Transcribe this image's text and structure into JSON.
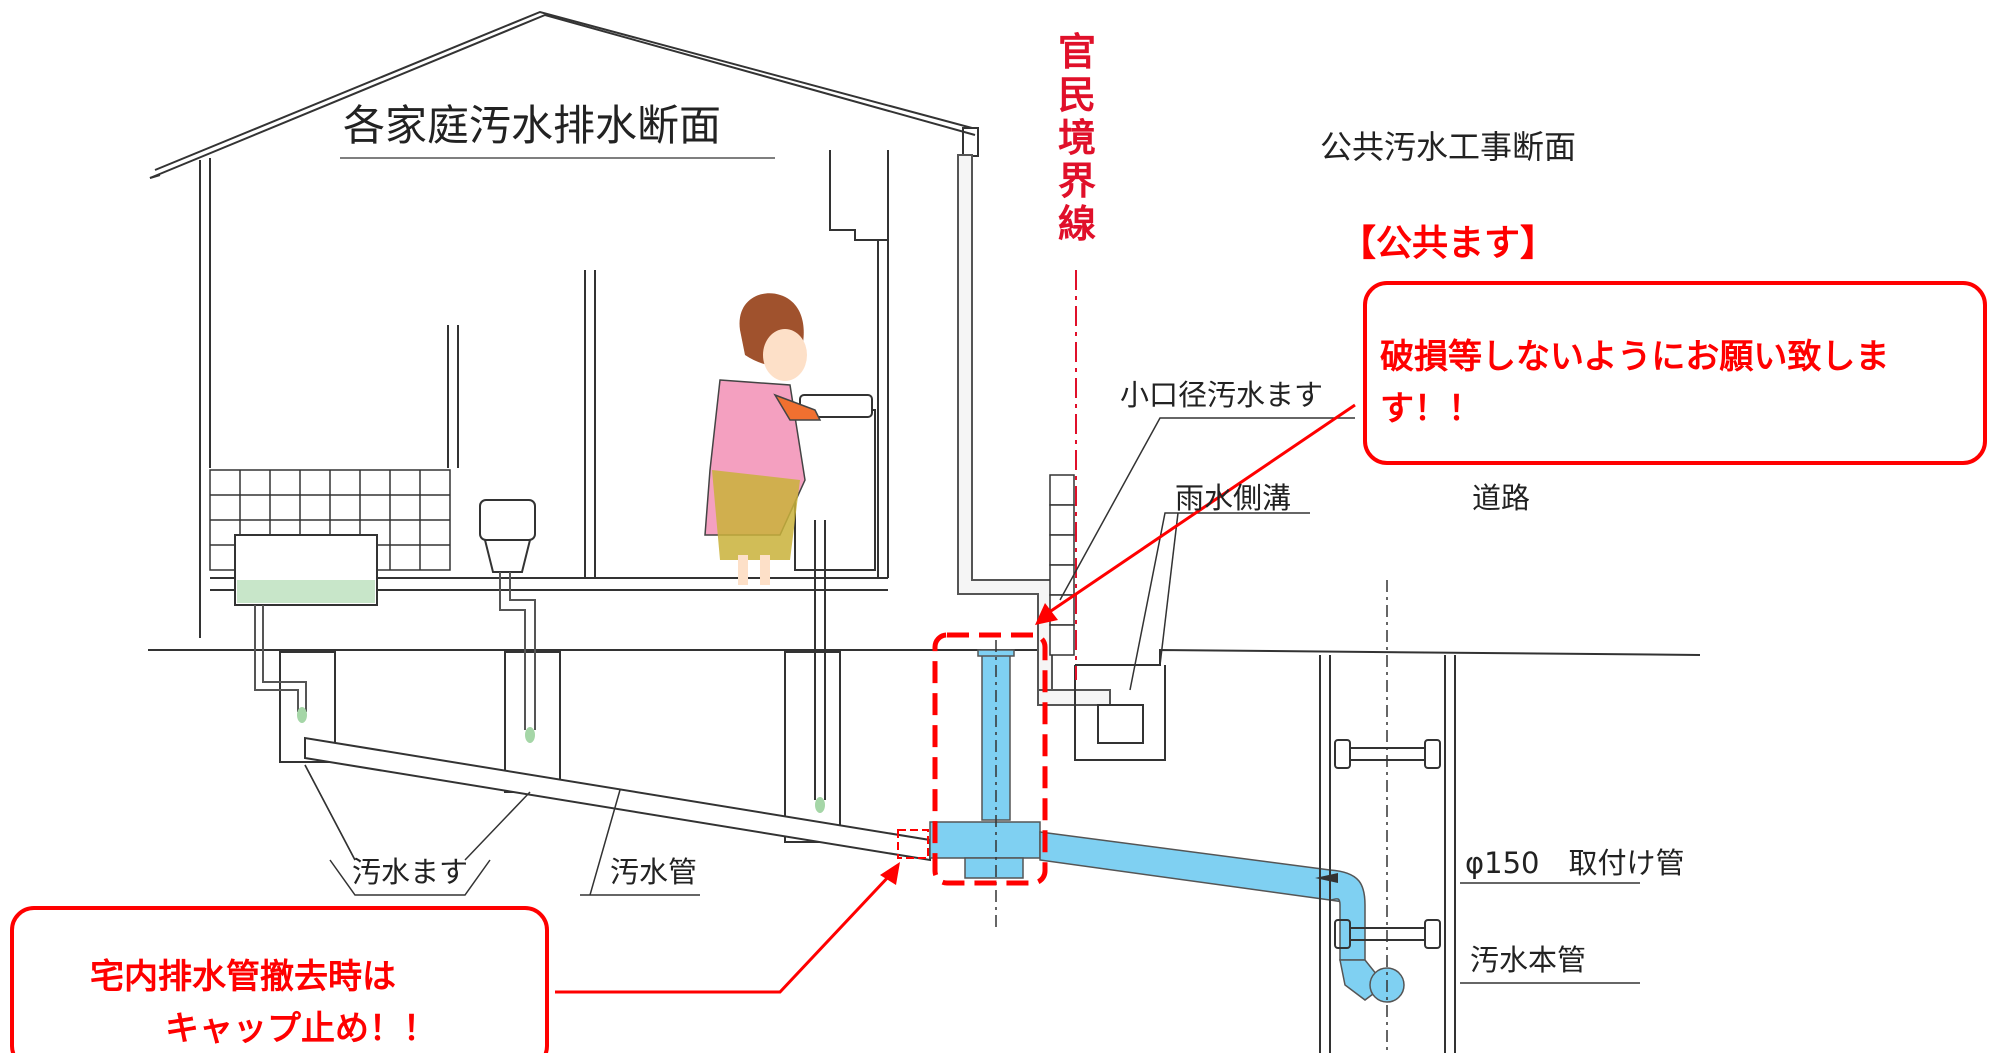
{
  "title_left": "各家庭汚水排水断面",
  "title_right": "公共汚水工事断面",
  "boundary_label": "官民境界線",
  "public_masu_label": "【公共ます】",
  "callout_public": "破損等しないようにお願い致します！！",
  "callout_public_line1": "破損等しないようにお願い致しま",
  "callout_public_line2": "す！！",
  "callout_house_line1": "宅内排水管撤去時は",
  "callout_house_line2": "キャップ止め！！",
  "labels": {
    "small_masu": "小口径汚水ます",
    "rain_ditch": "雨水側溝",
    "road": "道路",
    "sewage_masu": "汚水ます",
    "sewage_pipe": "汚水管",
    "connection_pipe": "φ150　取付け管",
    "main_pipe": "汚水本管"
  },
  "colors": {
    "accent_red": "#ff0000",
    "boundary_red": "#e0102a",
    "pipe_blue": "#7fd0f2",
    "water_green": "#c8e6c9"
  }
}
